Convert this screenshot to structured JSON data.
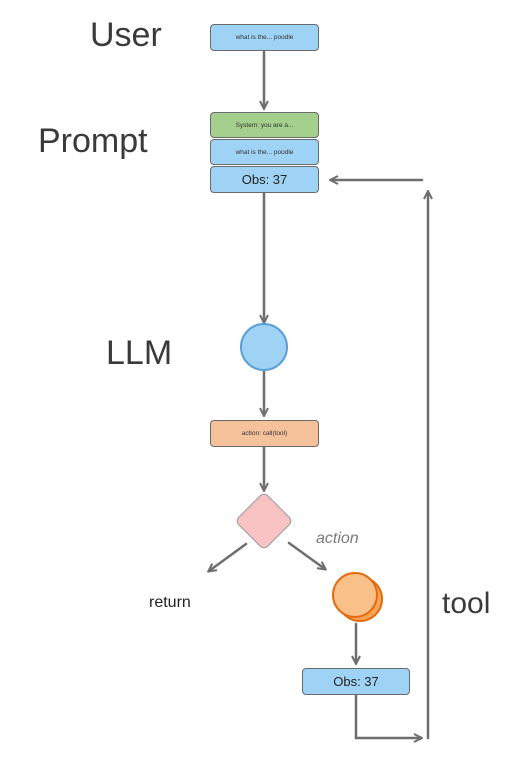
{
  "labels": {
    "user": "User",
    "prompt": "Prompt",
    "llm": "LLM",
    "tool": "tool",
    "return": "return",
    "action": "action"
  },
  "boxes": {
    "user_query": "what is the... poodle",
    "system_prompt": "System: you are a...",
    "prompt_query": "what is the... poodle",
    "obs_prompt": "Obs: 37",
    "action_call": "action: call(tool)",
    "obs_tool": "Obs: 37"
  },
  "colors": {
    "box_blue": "#9fd3f5",
    "box_green": "#a4cf8c",
    "box_orange": "#f5c29c",
    "llm_circle": "#9fd3f5",
    "tool_circle": "#f7a654",
    "decision_diamond": "#f9c3c3",
    "arrow": "#6e6e6e"
  }
}
